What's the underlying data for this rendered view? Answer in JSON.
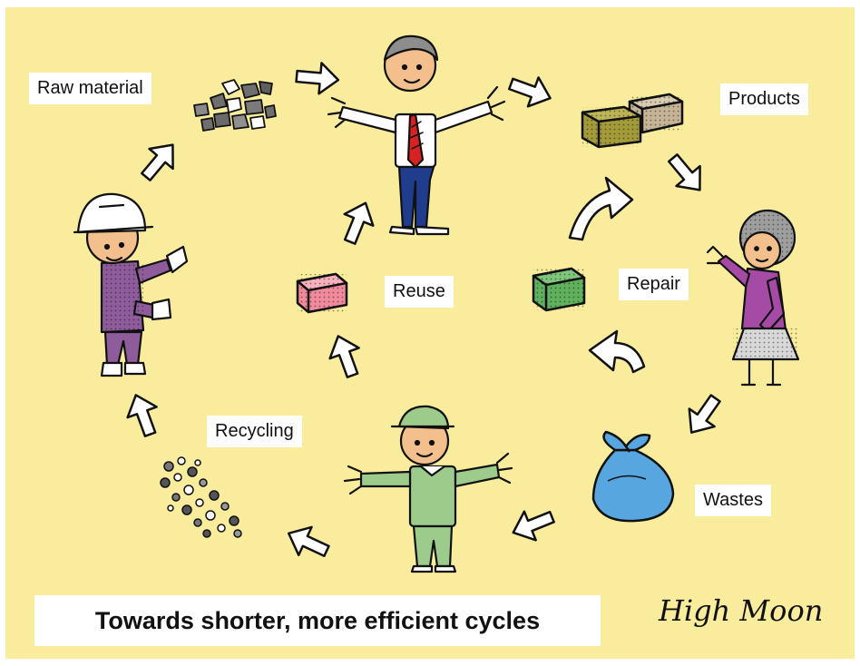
{
  "labels": {
    "raw_material": "Raw material",
    "products": "Products",
    "reuse": "Reuse",
    "repair": "Repair",
    "recycling": "Recycling",
    "wastes": "Wastes"
  },
  "title": "Towards shorter, more efficient cycles",
  "signature": "High Moon",
  "colors": {
    "background": "#f9ec9d",
    "label_box": "#ffffff",
    "outline": "#111111",
    "engineer_suit": "#8e5c9b",
    "businessman_shirt": "#ffffff",
    "businessman_trousers": "#1f3d8c",
    "tie": "#d82222",
    "grandma_cardigan": "#a64ba5",
    "worker_uniform": "#9ccb8c",
    "product_box_olive": "#a39a3a",
    "product_box_beige": "#c6b497",
    "reuse_box": "#f08a9c",
    "repair_box": "#5fb15e",
    "waste_bag": "#58a6df",
    "skin": "#f3bf8c"
  },
  "icons": [
    "arrow-icon",
    "raw-material-stones-icon",
    "product-boxes-icon",
    "reuse-box-icon",
    "repair-box-icon",
    "waste-bag-icon",
    "recycled-granules-icon"
  ]
}
